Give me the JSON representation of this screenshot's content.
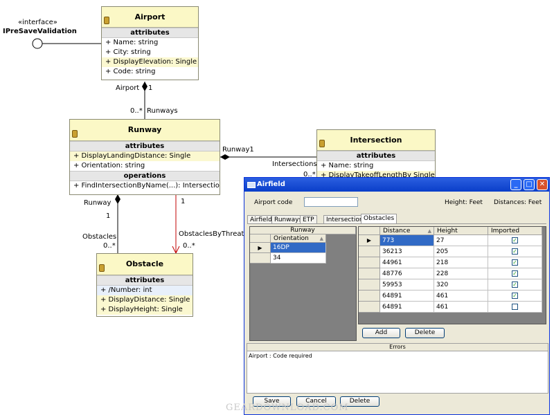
{
  "diagram": {
    "interface": {
      "stereotype": "«interface»",
      "name": "IPreSaveValidation"
    },
    "classes": {
      "airport": {
        "name": "Airport",
        "section": "attributes",
        "attrs": [
          "+ Name: string",
          "+ City: string",
          "+ DisplayElevation: Single",
          "+ Code: string"
        ]
      },
      "runway": {
        "name": "Runway",
        "section": "attributes",
        "attrs": [
          "+ DisplayLandingDistance: Single",
          "+ Orientation: string"
        ],
        "ops_section": "operations",
        "ops": [
          "+ FindIntersectionByName(...): Intersection"
        ]
      },
      "intersection": {
        "name": "Intersection",
        "section": "attributes",
        "attrs": [
          "+ Name: string",
          "+ DisplayTakeoffLengthBy Single"
        ]
      },
      "obstacle": {
        "name": "Obstacle",
        "section": "attributes",
        "attrs": [
          "+ /Number: int",
          "+ DisplayDistance: Single",
          "+ DisplayHeight: Single"
        ]
      }
    },
    "labels": {
      "airport_role": "Airport",
      "airport_mult": "1",
      "runways_mult": "0..*",
      "runways_role": "Runways",
      "runway1_role": "Runway1",
      "intersections_role": "Intersections",
      "intersections_mult": "0..*",
      "runway_role": "Runway",
      "runway_mult": "1",
      "obstacles_role": "Obstacles",
      "obstacles_mult": "0..*",
      "threat_mult_top": "1",
      "threat_role": "ObstaclesByThreat",
      "threat_mult": "0..*"
    }
  },
  "dialog": {
    "title": "Airfield",
    "airport_code_label": "Airport code",
    "airport_code_value": "",
    "height_label": "Height: Feet",
    "distances_label": "Distances: Feet",
    "tabs": [
      "Airfield",
      "Runways",
      "ETP",
      "Intersections",
      "Obstacles"
    ],
    "active_tab": "Obstacles",
    "runway_panel": {
      "caption": "Runway",
      "column": "Orientation",
      "rows": [
        "16DP",
        "34"
      ]
    },
    "obstacles_grid": {
      "columns": [
        "Distance",
        "Height",
        "Imported"
      ],
      "rows": [
        {
          "distance": "773",
          "height": "27",
          "imported": true
        },
        {
          "distance": "36213",
          "height": "205",
          "imported": true
        },
        {
          "distance": "44961",
          "height": "218",
          "imported": true
        },
        {
          "distance": "48776",
          "height": "228",
          "imported": true
        },
        {
          "distance": "59953",
          "height": "320",
          "imported": true
        },
        {
          "distance": "64891",
          "height": "461",
          "imported": true
        },
        {
          "distance": "64891",
          "height": "461",
          "imported": false
        }
      ]
    },
    "add_label": "Add",
    "delete_label": "Delete",
    "errors_caption": "Errors",
    "errors_text": "Airport : Code required",
    "save_label": "Save",
    "cancel_label": "Cancel",
    "delete_bottom_label": "Delete"
  },
  "watermark": "GEARDOWNLOAD.COM",
  "colors": {
    "class_header": "#fbf8c6",
    "title_bar": "#0a3ec9",
    "selection": "#316ac5",
    "dependency_line": "#c00000"
  }
}
